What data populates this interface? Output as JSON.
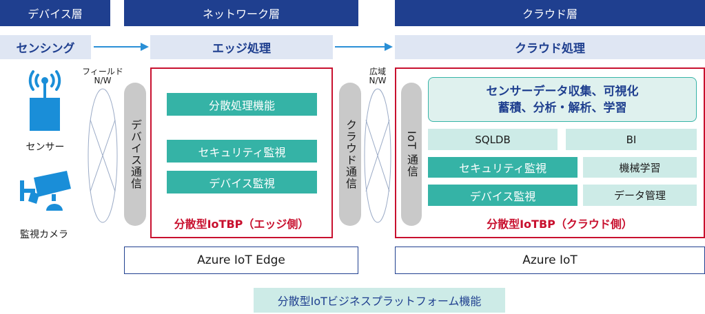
{
  "headers": {
    "device_layer": "デバイス層",
    "network_layer": "ネットワーク層",
    "cloud_layer": "クラウド層"
  },
  "stages": {
    "sensing": "センシング",
    "edge_processing": "エッジ処理",
    "cloud_processing": "クラウド処理"
  },
  "devices": {
    "sensor_label": "センサー",
    "camera_label": "監視カメラ"
  },
  "networks": {
    "field_nw_line1": "フィールド",
    "field_nw_line2": "N/W",
    "wide_nw_line1": "広域",
    "wide_nw_line2": "N/W"
  },
  "edge": {
    "device_comm": "デバイス通信",
    "functions": [
      "分散処理機能",
      "セキュリティ監視",
      "デバイス監視"
    ],
    "platform_label": "分散型IoTBP（エッジ側）",
    "product": "Azure IoT Edge"
  },
  "cloud_comm": "クラウド通信",
  "cloud": {
    "iot_comm": "IoT 通信",
    "main_line1": "センサーデータ収集、可視化",
    "main_line2": "蓄積、分析・解析、学習",
    "sqldb": "SQLDB",
    "bi": "BI",
    "security": "セキュリティ監視",
    "ml": "機械学習",
    "device_monitor": "デバイス監視",
    "data_mgmt": "データ管理",
    "platform_label": "分散型IoTBP（クラウド側）",
    "product": "Azure IoT"
  },
  "footer": "分散型IoTビジネスプラットフォーム機能",
  "colors": {
    "header_bg": "#1f3f8f",
    "stage_bg": "#dfe6f3",
    "teal": "#35b3a6",
    "light_teal": "#cdebe7",
    "frame_red": "#c8102e",
    "icon_blue": "#1a8ed8",
    "arrow_blue": "#2a8fd6"
  }
}
